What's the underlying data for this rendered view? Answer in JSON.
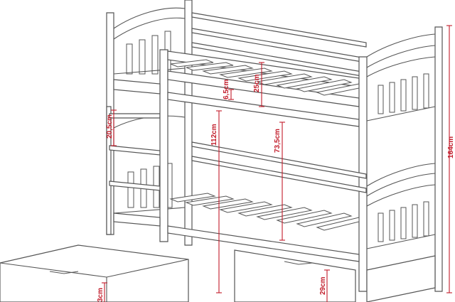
{
  "colors": {
    "line": "#555555",
    "dimension": "#c21d2b",
    "background": "#ffffff"
  },
  "dimensions": {
    "rail_gap": "6,5cm",
    "rail_height": "25cm",
    "ladder_step": "20,5cm",
    "upper_clearance": "112cm",
    "tier_spacing": "73,5cm",
    "total_height": "164cm",
    "drawer_height": "29cm",
    "drawer_left_height": "3cm"
  }
}
